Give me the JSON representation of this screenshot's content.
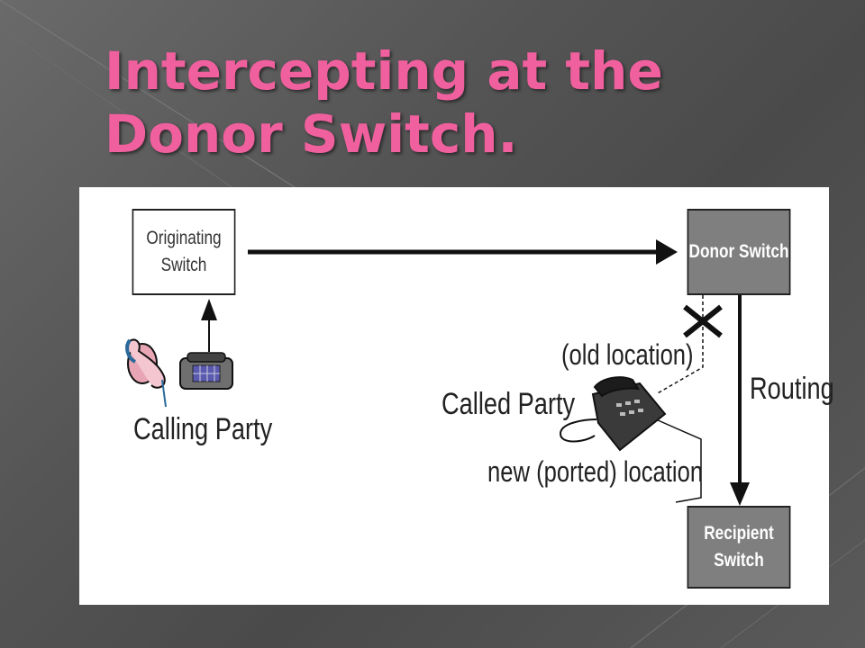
{
  "slide": {
    "title": "Intercepting at the Donor Switch."
  },
  "diagram": {
    "nodes": {
      "originating": {
        "line1": "Originating",
        "line2": "Switch"
      },
      "donor": {
        "label": "Donor Switch"
      },
      "recipient": {
        "line1": "Recipient",
        "line2": "Switch"
      }
    },
    "labels": {
      "calling_party": "Calling Party",
      "called_party": "Called Party",
      "old_location": "(old location)",
      "new_location": "new (ported) location",
      "routing": "Routing"
    }
  },
  "colors": {
    "title": "#f0609e",
    "grey_box": "#7f7f7f",
    "background": "#555555"
  },
  "icons": [
    "calling-phone-icon",
    "called-phone-icon",
    "blocked-x-icon"
  ]
}
